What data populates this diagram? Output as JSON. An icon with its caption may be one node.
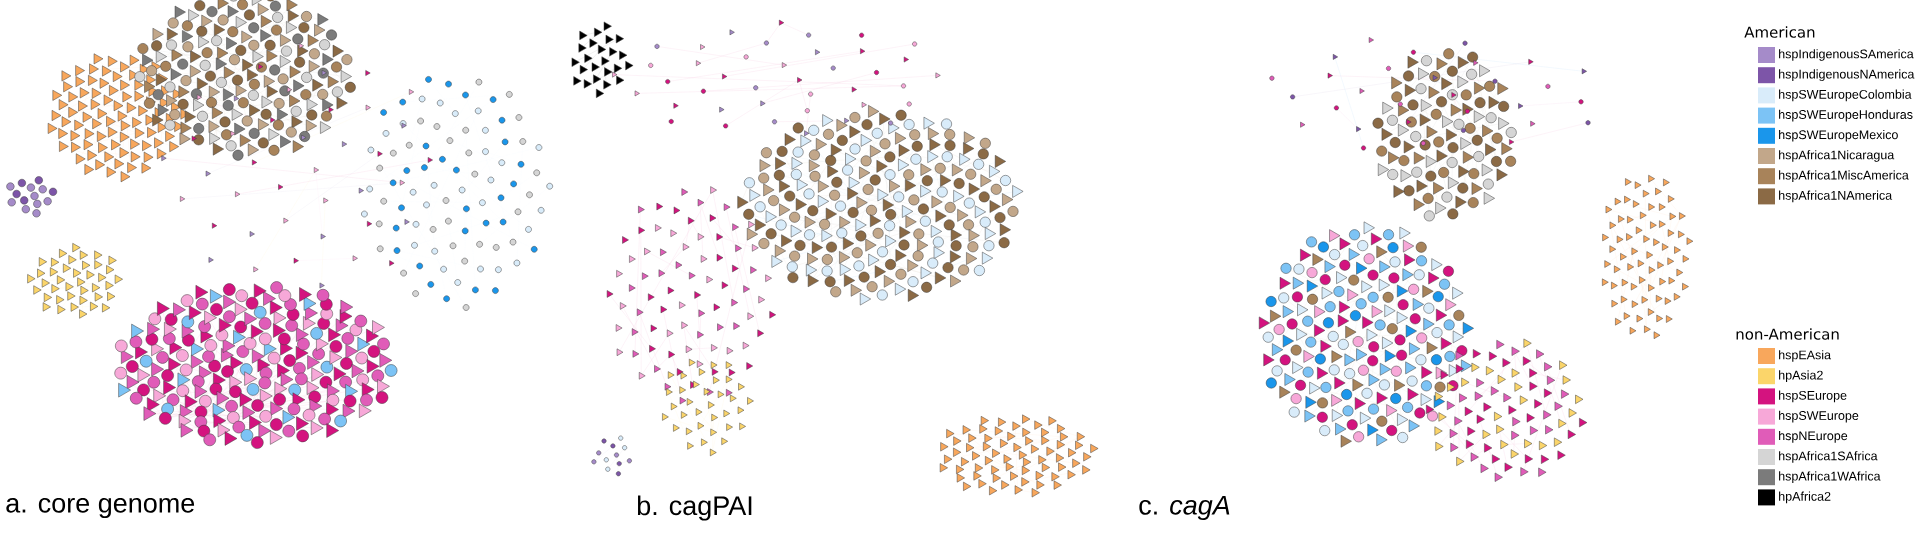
{
  "diagram": {
    "labels": [
      "a. core genome",
      "b. cagPAI",
      "c. *cagA*",
      "American",
      "non-American"
    ],
    "legend": [
      {
        "text": "hspIndigenousSAmerica",
        "color": "#a58bc9"
      },
      {
        "text": "hspIndigenousNAmerica",
        "color": "#7d55a8"
      },
      {
        "text": "hspSWEuropeColombia",
        "color": "#d9ecfa"
      },
      {
        "text": "hspSWEuropeHonduras",
        "color": "#7cc3f5"
      },
      {
        "text": "hspSWEuropeMexico",
        "color": "#1a96eb"
      },
      {
        "text": "hspAfrica1Nicaragua",
        "color": "#c2a78a"
      },
      {
        "text": "hspAfrica1MiscAmerica",
        "color": "#a8835a"
      },
      {
        "text": "hspAfrica1NAmerica",
        "color": "#8b6a45"
      },
      {
        "text": "hspEAsia",
        "color": "#f8a75c"
      },
      {
        "text": "hpAsia2",
        "color": "#fbd56a"
      },
      {
        "text": "hspSEurope",
        "color": "#d4137f"
      },
      {
        "text": "hspSWEurope",
        "color": "#f7a8d8"
      },
      {
        "text": "hspNEurope",
        "color": "#e05cb8"
      },
      {
        "text": "hspAfrica1SAfrica",
        "color": "#d5d5d5"
      },
      {
        "text": "hspAfrica1WAfrica",
        "color": "#7b7b7b"
      },
      {
        "text": "hpAfrica2",
        "color": "#000000"
      }
    ]
  }
}
